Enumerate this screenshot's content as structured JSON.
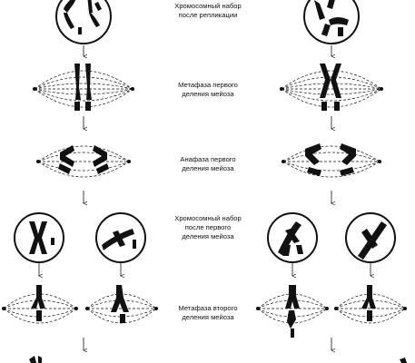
{
  "labels": {
    "replication": [
      "Хромосомный набор",
      "после  репликации"
    ],
    "metaphase1": [
      "Метафаза первого",
      "деления мейоза"
    ],
    "anaphase1": [
      "Анафаза первого",
      "деления мейоза"
    ],
    "after_first_division": [
      "Хромосомный набор",
      "после  первого",
      "деления мейоза"
    ],
    "metaphase2": [
      "Метафаза второго",
      "деления мейоза"
    ]
  },
  "colors": {
    "ink": "#111111",
    "background": "#ffffff"
  }
}
